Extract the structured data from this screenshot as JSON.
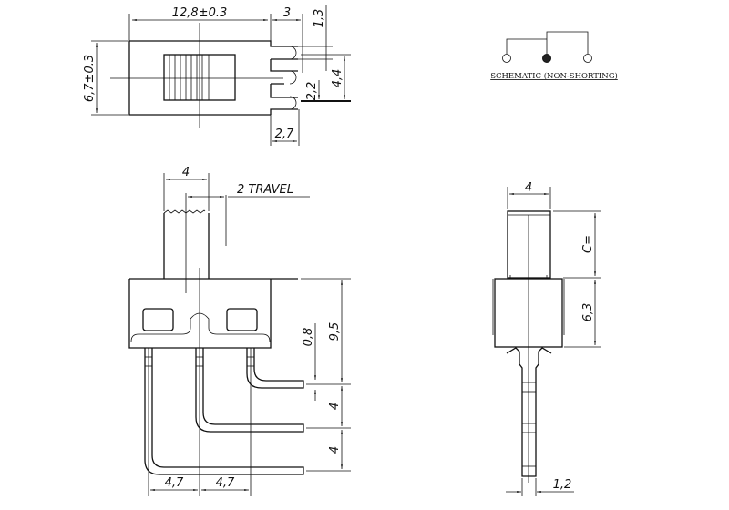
{
  "top_view": {
    "length": "12,8±0.3",
    "width": "6,7±0.3",
    "tab_length": "3",
    "pin_width": "1,3",
    "pin_pitch": "2,2",
    "pin_span": "4,4",
    "tab_offset": "2,7"
  },
  "schematic": {
    "label": "SCHEMATIC (NON-SHORTING)"
  },
  "front_view": {
    "actuator_width": "4",
    "travel": "2 TRAVEL",
    "pin_thickness": "0,8",
    "height": "9,5",
    "pin_step_1": "4",
    "pin_step_2": "4",
    "pitch_left": "4,7",
    "pitch_right": "4,7"
  },
  "side_view": {
    "actuator_width": "4",
    "actuator_height": "C=",
    "body_height": "6,3",
    "pin_width": "1,2"
  }
}
